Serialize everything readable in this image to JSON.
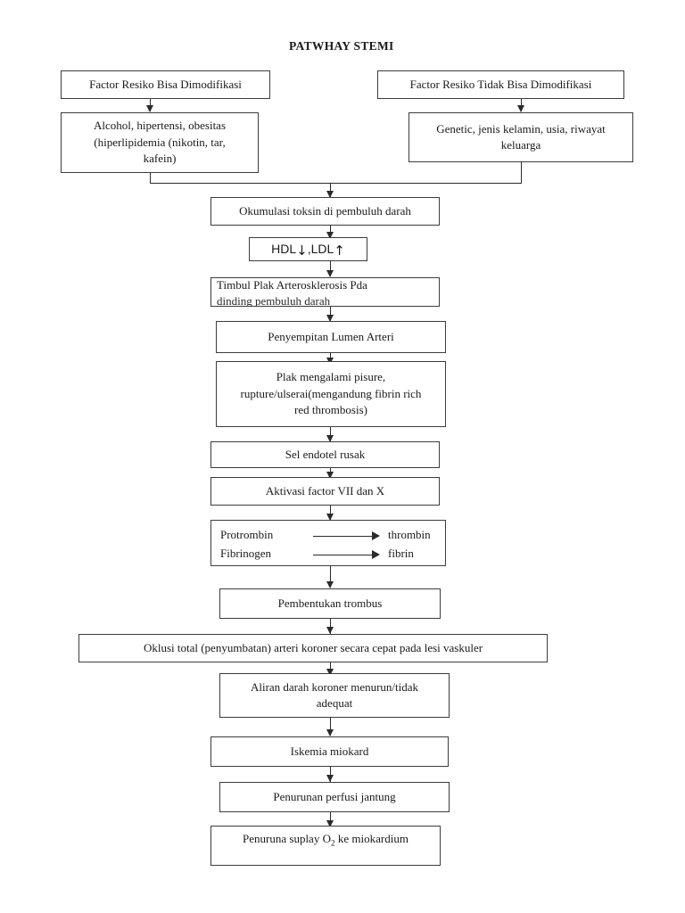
{
  "title": "PATWHAY STEMI",
  "nodes": {
    "risk_modifiable": "Factor Resiko Bisa Dimodifikasi",
    "risk_modifiable_detail_l1": "Alcohol, hipertensi, obesitas",
    "risk_modifiable_detail_l2": "(hiperlipidemia (nikotin, tar,",
    "risk_modifiable_detail_l3": "kafein)",
    "risk_nonmodifiable": "Factor Resiko Tidak Bisa Dimodifikasi",
    "risk_nonmodifiable_detail_l1": "Genetic, jenis kelamin, usia, riwayat",
    "risk_nonmodifiable_detail_l2": "keluarga",
    "toxin_accumulation": "Okumulasi toksin di pembuluh darah",
    "lipid_hdl": "HDL",
    "lipid_hdl_arrow": "↓",
    "lipid_separator": ", ",
    "lipid_ldl": "LDL",
    "lipid_ldl_arrow": "↑",
    "plaque_l1": "Timbul Plak Arterosklerosis Pda",
    "plaque_l2": "dinding pembuluh darah",
    "lumen_narrowing": "Penyempitan Lumen Arteri",
    "plaque_rupture_l1": "Plak mengalami pisure,",
    "plaque_rupture_l2": "rupture/ulserai(mengandung fibrin rich",
    "plaque_rupture_l3": "red thrombosis)",
    "endothelial_damage": "Sel endotel rusak",
    "factor_activation": "Aktivasi factor VII dan X",
    "rxn1_left": "Protrombin",
    "rxn1_right": "thrombin",
    "rxn2_left": "Fibrinogen",
    "rxn2_right": "fibrin",
    "thrombus_formation": "Pembentukan trombus",
    "total_occlusion": "Oklusi total (penyumbatan) arteri koroner secara cepat pada lesi vaskuler",
    "coronary_flow_l1": "Aliran darah koroner menurun/tidak",
    "coronary_flow_l2": "adequat",
    "myocardial_ischemia": "Iskemia miokard",
    "perfusion_decrease": "Penurunan perfusi jantung",
    "oxygen_supply_pre": "Penuruna suplay O",
    "oxygen_supply_sub": "2",
    "oxygen_supply_post": " ke miokardium"
  },
  "colors": {
    "border": "#3c3c3c",
    "connector": "#2b2b2b",
    "text": "#1a1a1a",
    "background": "#ffffff"
  }
}
